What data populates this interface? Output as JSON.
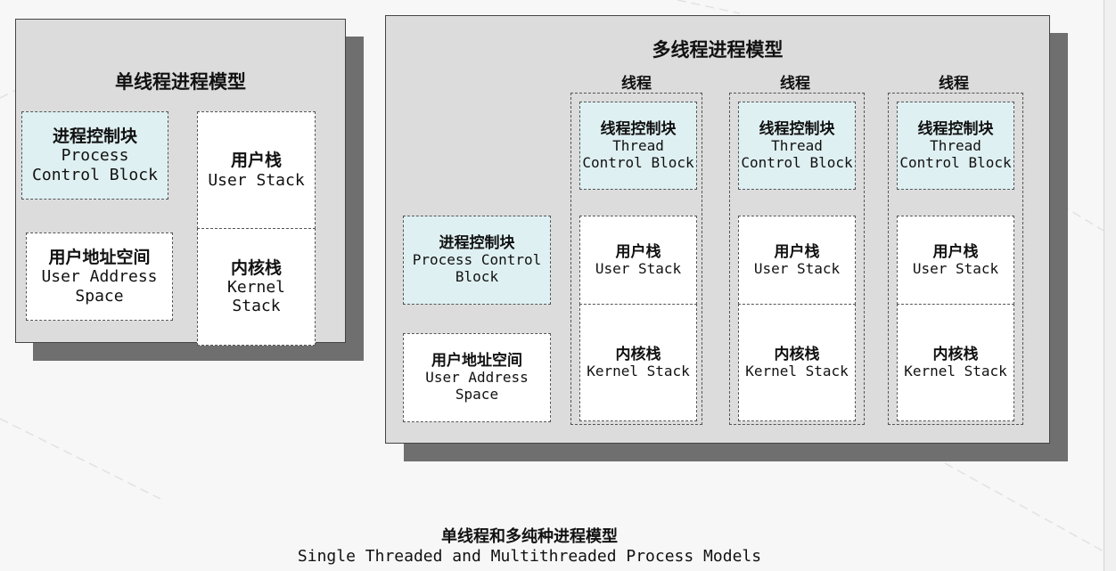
{
  "single": {
    "title": "单线程进程模型",
    "pcb": {
      "zh": "进程控制块",
      "en1": "Process",
      "en2": "Control Block"
    },
    "uas": {
      "zh": "用户地址空间",
      "en1": "User Address",
      "en2": "Space"
    },
    "user_stack": {
      "zh": "用户栈",
      "en": "User Stack"
    },
    "kernel_stack": {
      "zh": "内核栈",
      "en1": "Kernel",
      "en2": "Stack"
    }
  },
  "multi": {
    "title": "多线程进程模型",
    "pcb": {
      "zh": "进程控制块",
      "en1": "Process Control",
      "en2": "Block"
    },
    "uas": {
      "zh": "用户地址空间",
      "en1": "User Address",
      "en2": "Space"
    },
    "threads": [
      {
        "label": "线程",
        "tcb_zh": "线程控制块",
        "tcb_en1": "Thread",
        "tcb_en2": "Control Block",
        "us_zh": "用户栈",
        "us_en": "User Stack",
        "ks_zh": "内核栈",
        "ks_en": "Kernel Stack"
      },
      {
        "label": "线程",
        "tcb_zh": "线程控制块",
        "tcb_en1": "Thread",
        "tcb_en2": "Control Block",
        "us_zh": "用户栈",
        "us_en": "User Stack",
        "ks_zh": "内核栈",
        "ks_en": "Kernel Stack"
      },
      {
        "label": "线程",
        "tcb_zh": "线程控制块",
        "tcb_en1": "Thread",
        "tcb_en2": "Control Block",
        "us_zh": "用户栈",
        "us_en": "User Stack",
        "ks_zh": "内核栈",
        "ks_en": "Kernel Stack"
      }
    ]
  },
  "caption": {
    "zh": "单线程和多纯种进程模型",
    "en": "Single Threaded and Multithreaded Process Models"
  },
  "colors": {
    "panel": "#dcdcdc",
    "shadow": "#6f6f6f",
    "control_block": "#dff0f2",
    "box": "#ffffff"
  }
}
